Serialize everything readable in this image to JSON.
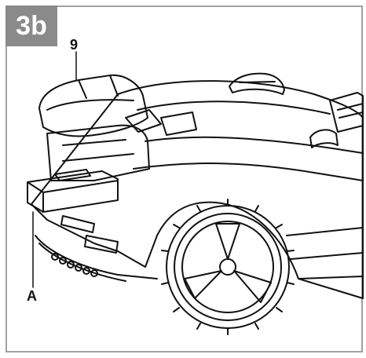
{
  "figure": {
    "badge_label": "3b",
    "callouts": {
      "part_9": "9",
      "part_A": "A"
    }
  },
  "colors": {
    "frame": "#a0a0a0",
    "badge_bg": "#8a8a8a",
    "badge_text": "#ffffff",
    "line": "#111111"
  }
}
